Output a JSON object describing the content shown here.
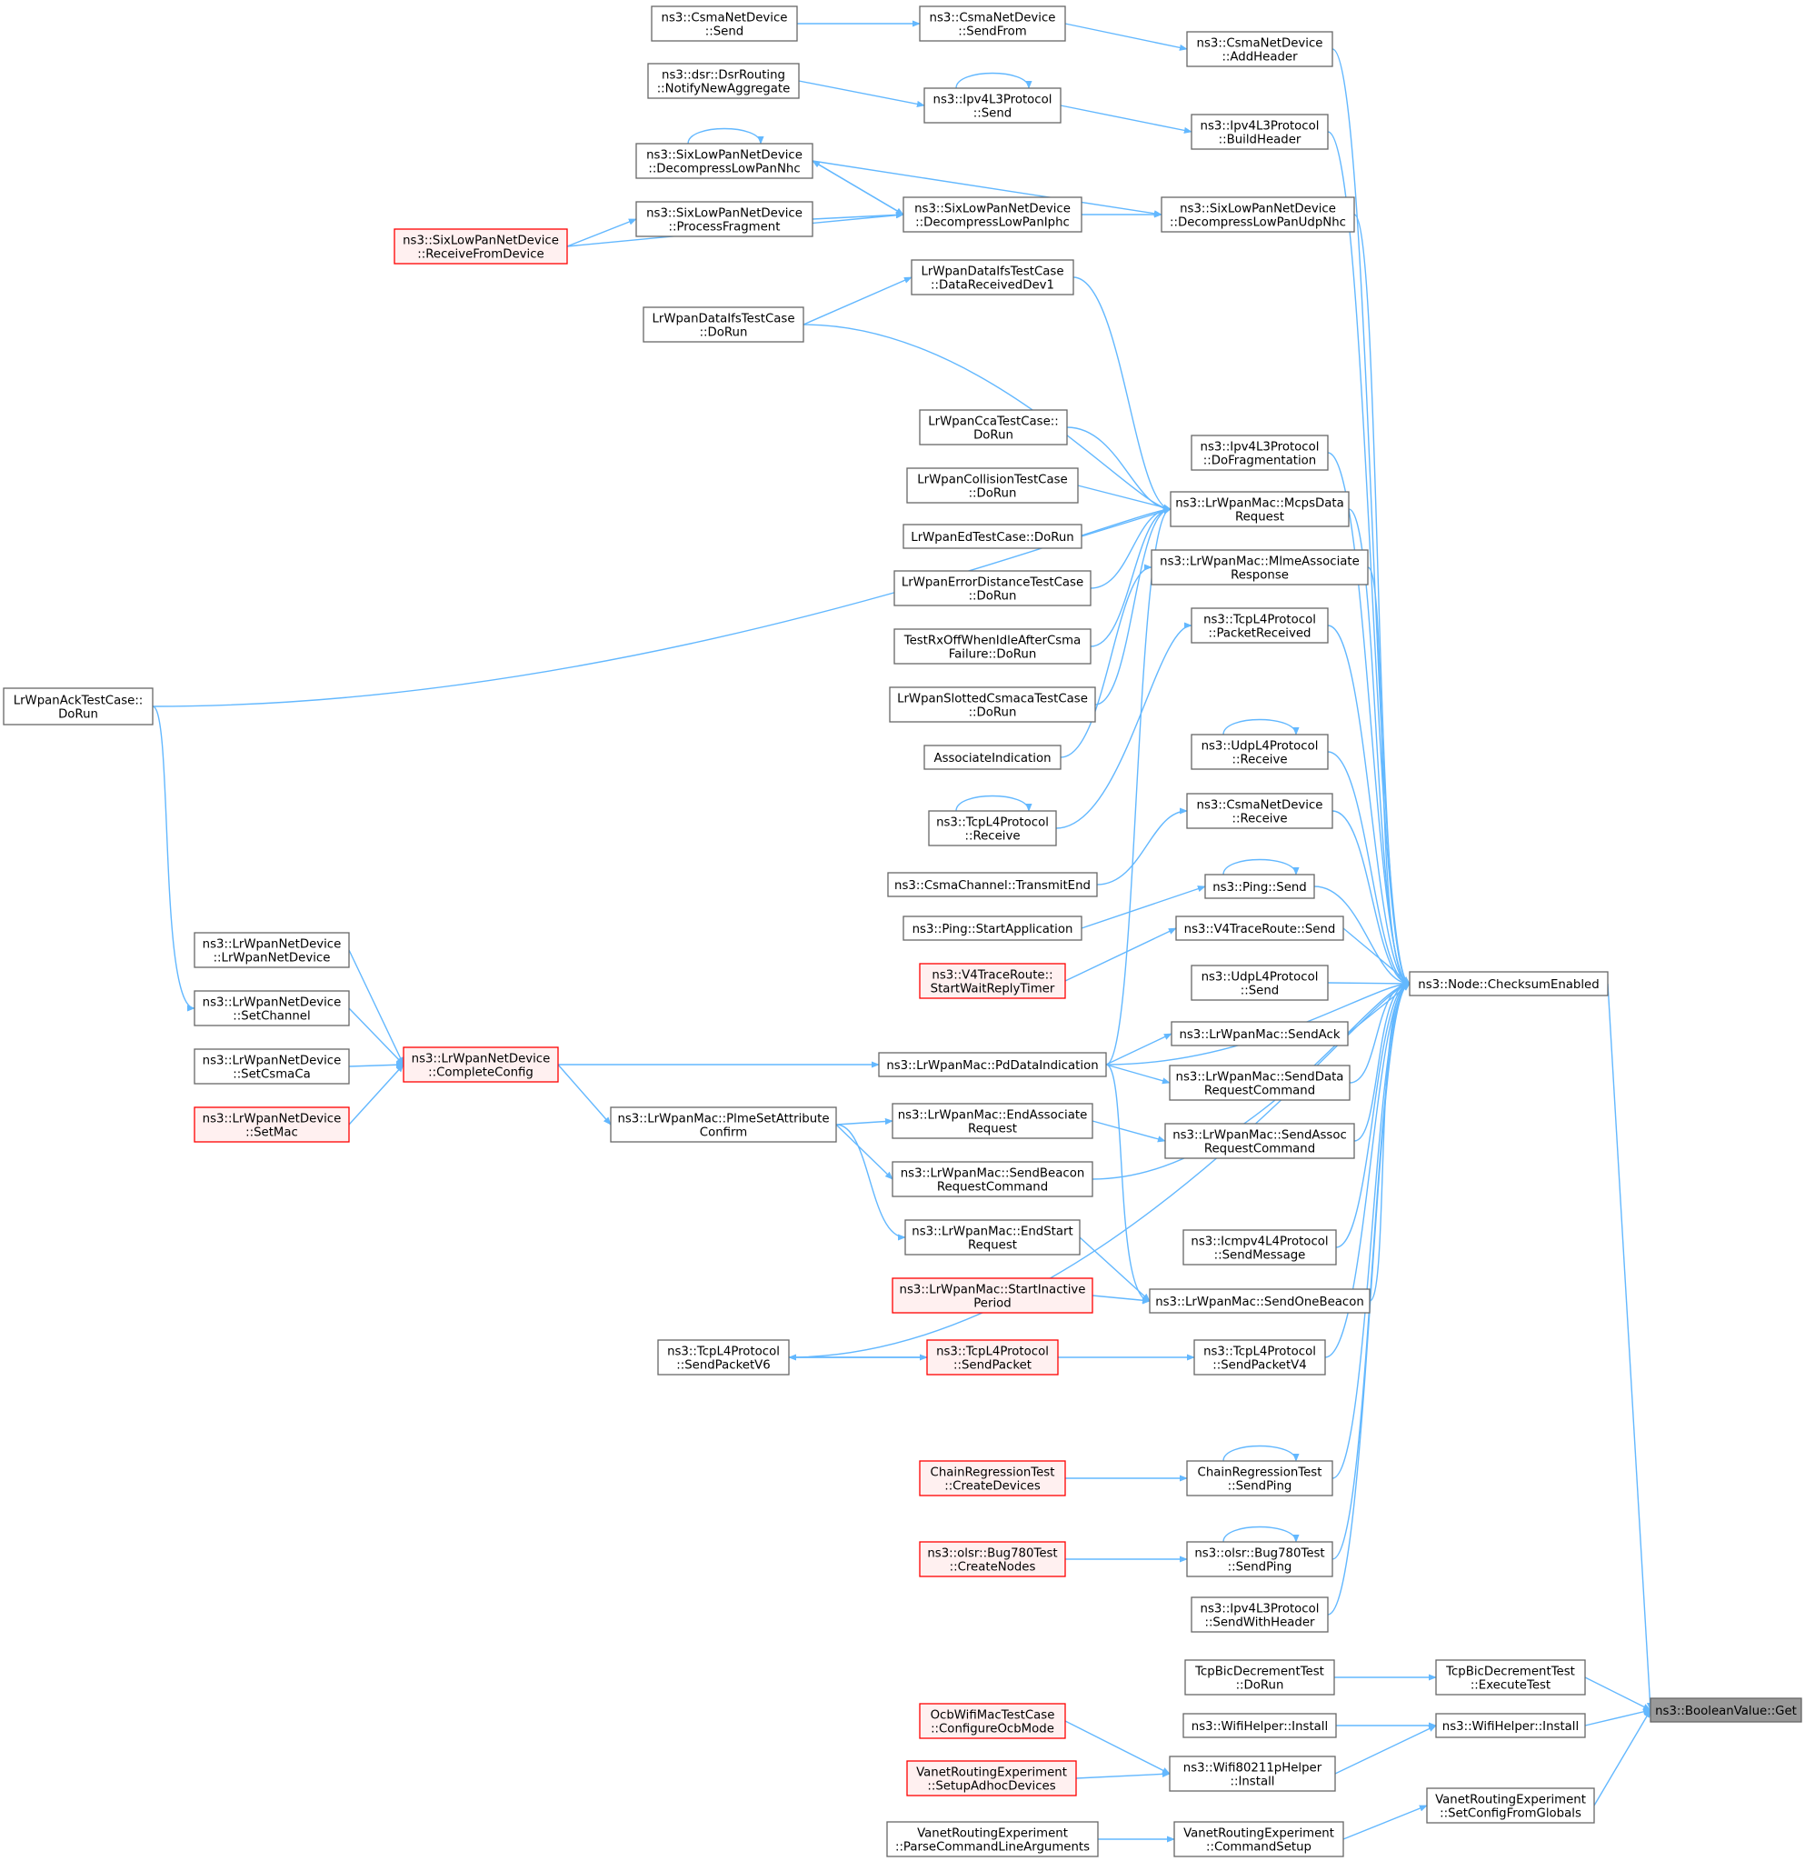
{
  "edge_color": "#63b8ff",
  "node_fill": "#ffffff",
  "node_border": "#666666",
  "red_fill": "#fff0f0",
  "red_border": "#ff0000",
  "root_fill": "#999999",
  "nodes": [
    {
      "id": "get",
      "lines": [
        "ns3::BooleanValue::Get"
      ],
      "style": "root"
    },
    {
      "id": "checksum",
      "lines": [
        "ns3::Node::ChecksumEnabled"
      ],
      "style": "normal"
    },
    {
      "id": "tcpbic_exec",
      "lines": [
        "TcpBicDecrementTest",
        "::ExecuteTest"
      ],
      "style": "normal"
    },
    {
      "id": "tcpbic_dorun",
      "lines": [
        "TcpBicDecrementTest",
        "::DoRun"
      ],
      "style": "normal"
    },
    {
      "id": "wifihelper_install",
      "lines": [
        "ns3::WifiHelper::Install"
      ],
      "style": "normal"
    },
    {
      "id": "wifihelper_install2",
      "lines": [
        "ns3::WifiHelper::Install"
      ],
      "style": "normal"
    },
    {
      "id": "wifi80211p_install",
      "lines": [
        "ns3::Wifi80211pHelper",
        "::Install"
      ],
      "style": "normal"
    },
    {
      "id": "ocb_config",
      "lines": [
        "OcbWifiMacTestCase",
        "::ConfigureOcbMode"
      ],
      "style": "red"
    },
    {
      "id": "vanet_adhoc",
      "lines": [
        "VanetRoutingExperiment",
        "::SetupAdhocDevices"
      ],
      "style": "red"
    },
    {
      "id": "vanet_setconfig",
      "lines": [
        "VanetRoutingExperiment",
        "::SetConfigFromGlobals"
      ],
      "style": "normal"
    },
    {
      "id": "vanet_cmdsetup",
      "lines": [
        "VanetRoutingExperiment",
        "::CommandSetup"
      ],
      "style": "normal"
    },
    {
      "id": "vanet_parse",
      "lines": [
        "VanetRoutingExperiment",
        "::ParseCommandLineArguments"
      ],
      "style": "normal"
    },
    {
      "id": "csma_addheader",
      "lines": [
        "ns3::CsmaNetDevice",
        "::AddHeader"
      ],
      "style": "normal"
    },
    {
      "id": "csma_sendfrom",
      "lines": [
        "ns3::CsmaNetDevice",
        "::SendFrom"
      ],
      "style": "normal"
    },
    {
      "id": "csma_send",
      "lines": [
        "ns3::CsmaNetDevice",
        "::Send"
      ],
      "style": "normal"
    },
    {
      "id": "ipv4_buildheader",
      "lines": [
        "ns3::Ipv4L3Protocol",
        "::BuildHeader"
      ],
      "style": "normal"
    },
    {
      "id": "ipv4_send",
      "lines": [
        "ns3::Ipv4L3Protocol",
        "::Send"
      ],
      "style": "normal"
    },
    {
      "id": "dsr_notify",
      "lines": [
        "ns3::dsr::DsrRouting",
        "::NotifyNewAggregate"
      ],
      "style": "normal"
    },
    {
      "id": "sixlow_udpnhc",
      "lines": [
        "ns3::SixLowPanNetDevice",
        "::DecompressLowPanUdpNhc"
      ],
      "style": "normal"
    },
    {
      "id": "sixlow_nhc",
      "lines": [
        "ns3::SixLowPanNetDevice",
        "::DecompressLowPanNhc"
      ],
      "style": "normal"
    },
    {
      "id": "sixlow_iphc",
      "lines": [
        "ns3::SixLowPanNetDevice",
        "::DecompressLowPanIphc"
      ],
      "style": "normal"
    },
    {
      "id": "sixlow_procfrag",
      "lines": [
        "ns3::SixLowPanNetDevice",
        "::ProcessFragment"
      ],
      "style": "normal"
    },
    {
      "id": "sixlow_recv",
      "lines": [
        "ns3::SixLowPanNetDevice",
        "::ReceiveFromDevice"
      ],
      "style": "red"
    },
    {
      "id": "lrdata_recv",
      "lines": [
        "LrWpanDataIfsTestCase",
        "::DataReceivedDev1"
      ],
      "style": "normal"
    },
    {
      "id": "lrdata_dorun",
      "lines": [
        "LrWpanDataIfsTestCase",
        "::DoRun"
      ],
      "style": "normal"
    },
    {
      "id": "ipv4_frag",
      "lines": [
        "ns3::Ipv4L3Protocol",
        "::DoFragmentation"
      ],
      "style": "normal"
    },
    {
      "id": "mcps",
      "lines": [
        "ns3::LrWpanMac::McpsData",
        "Request"
      ],
      "style": "normal"
    },
    {
      "id": "lrcca",
      "lines": [
        "LrWpanCcaTestCase::",
        "DoRun"
      ],
      "style": "normal"
    },
    {
      "id": "lrcoll",
      "lines": [
        "LrWpanCollisionTestCase",
        "::DoRun"
      ],
      "style": "normal"
    },
    {
      "id": "lred",
      "lines": [
        "LrWpanEdTestCase::DoRun"
      ],
      "style": "normal"
    },
    {
      "id": "lrerr",
      "lines": [
        "LrWpanErrorDistanceTestCase",
        "::DoRun"
      ],
      "style": "normal"
    },
    {
      "id": "testrx",
      "lines": [
        "TestRxOffWhenIdleAfterCsma",
        "Failure::DoRun"
      ],
      "style": "normal"
    },
    {
      "id": "lrslot",
      "lines": [
        "LrWpanSlottedCsmacaTestCase",
        "::DoRun"
      ],
      "style": "normal"
    },
    {
      "id": "assocind",
      "lines": [
        "AssociateIndication"
      ],
      "style": "normal"
    },
    {
      "id": "mlme",
      "lines": [
        "ns3::LrWpanMac::MlmeAssociate",
        "Response"
      ],
      "style": "normal"
    },
    {
      "id": "lrack",
      "lines": [
        "LrWpanAckTestCase::",
        "DoRun"
      ],
      "style": "normal"
    },
    {
      "id": "tcp_pktrecv",
      "lines": [
        "ns3::TcpL4Protocol",
        "::PacketReceived"
      ],
      "style": "normal"
    },
    {
      "id": "udp_recv",
      "lines": [
        "ns3::UdpL4Protocol",
        "::Receive"
      ],
      "style": "normal"
    },
    {
      "id": "tcp_recv",
      "lines": [
        "ns3::TcpL4Protocol",
        "::Receive"
      ],
      "style": "normal"
    },
    {
      "id": "csma_recv",
      "lines": [
        "ns3::CsmaNetDevice",
        "::Receive"
      ],
      "style": "normal"
    },
    {
      "id": "csmach_tx",
      "lines": [
        "ns3::CsmaChannel::TransmitEnd"
      ],
      "style": "normal"
    },
    {
      "id": "ping_send",
      "lines": [
        "ns3::Ping::Send"
      ],
      "style": "normal"
    },
    {
      "id": "ping_start",
      "lines": [
        "ns3::Ping::StartApplication"
      ],
      "style": "normal"
    },
    {
      "id": "v4tr_send",
      "lines": [
        "ns3::V4TraceRoute::Send"
      ],
      "style": "normal"
    },
    {
      "id": "v4tr_timer",
      "lines": [
        "ns3::V4TraceRoute::",
        "StartWaitReplyTimer"
      ],
      "style": "red"
    },
    {
      "id": "udp_send",
      "lines": [
        "ns3::UdpL4Protocol",
        "::Send"
      ],
      "style": "normal"
    },
    {
      "id": "sendack",
      "lines": [
        "ns3::LrWpanMac::SendAck"
      ],
      "style": "normal"
    },
    {
      "id": "pddata",
      "lines": [
        "ns3::LrWpanMac::PdDataIndication"
      ],
      "style": "normal"
    },
    {
      "id": "senddatareq",
      "lines": [
        "ns3::LrWpanMac::SendData",
        "RequestCommand"
      ],
      "style": "normal"
    },
    {
      "id": "sendassocreq",
      "lines": [
        "ns3::LrWpanMac::SendAssoc",
        "RequestCommand"
      ],
      "style": "normal"
    },
    {
      "id": "endassoc",
      "lines": [
        "ns3::LrWpanMac::EndAssociate",
        "Request"
      ],
      "style": "normal"
    },
    {
      "id": "sendbeaconreq",
      "lines": [
        "ns3::LrWpanMac::SendBeacon",
        "RequestCommand"
      ],
      "style": "normal"
    },
    {
      "id": "endstart",
      "lines": [
        "ns3::LrWpanMac::EndStart",
        "Request"
      ],
      "style": "normal"
    },
    {
      "id": "startinactive",
      "lines": [
        "ns3::LrWpanMac::StartInactive",
        "Period"
      ],
      "style": "red"
    },
    {
      "id": "icmp_send",
      "lines": [
        "ns3::Icmpv4L4Protocol",
        "::SendMessage"
      ],
      "style": "normal"
    },
    {
      "id": "sendonebeacon",
      "lines": [
        "ns3::LrWpanMac::SendOneBeacon"
      ],
      "style": "normal"
    },
    {
      "id": "plmeset",
      "lines": [
        "ns3::LrWpanMac::PlmeSetAttribute",
        "Confirm"
      ],
      "style": "normal"
    },
    {
      "id": "completeconfig",
      "lines": [
        "ns3::LrWpanNetDevice",
        "::CompleteConfig"
      ],
      "style": "red"
    },
    {
      "id": "lrnd_ctor",
      "lines": [
        "ns3::LrWpanNetDevice",
        "::LrWpanNetDevice"
      ],
      "style": "normal"
    },
    {
      "id": "lrnd_setchannel",
      "lines": [
        "ns3::LrWpanNetDevice",
        "::SetChannel"
      ],
      "style": "normal"
    },
    {
      "id": "lrnd_setcsma",
      "lines": [
        "ns3::LrWpanNetDevice",
        "::SetCsmaCa"
      ],
      "style": "normal"
    },
    {
      "id": "lrnd_setmac",
      "lines": [
        "ns3::LrWpanNetDevice",
        "::SetMac"
      ],
      "style": "red"
    },
    {
      "id": "tcp_sendv4",
      "lines": [
        "ns3::TcpL4Protocol",
        "::SendPacketV4"
      ],
      "style": "normal"
    },
    {
      "id": "tcp_sendpkt",
      "lines": [
        "ns3::TcpL4Protocol",
        "::SendPacket"
      ],
      "style": "red"
    },
    {
      "id": "tcp_sendv6",
      "lines": [
        "ns3::TcpL4Protocol",
        "::SendPacketV6"
      ],
      "style": "normal"
    },
    {
      "id": "chain_ping",
      "lines": [
        "ChainRegressionTest",
        "::SendPing"
      ],
      "style": "normal"
    },
    {
      "id": "chain_create",
      "lines": [
        "ChainRegressionTest",
        "::CreateDevices"
      ],
      "style": "red"
    },
    {
      "id": "olsr_ping",
      "lines": [
        "ns3::olsr::Bug780Test",
        "::SendPing"
      ],
      "style": "normal"
    },
    {
      "id": "olsr_create",
      "lines": [
        "ns3::olsr::Bug780Test",
        "::CreateNodes"
      ],
      "style": "red"
    },
    {
      "id": "ipv4_sendhdr",
      "lines": [
        "ns3::Ipv4L3Protocol",
        "::SendWithHeader"
      ],
      "style": "normal"
    }
  ]
}
